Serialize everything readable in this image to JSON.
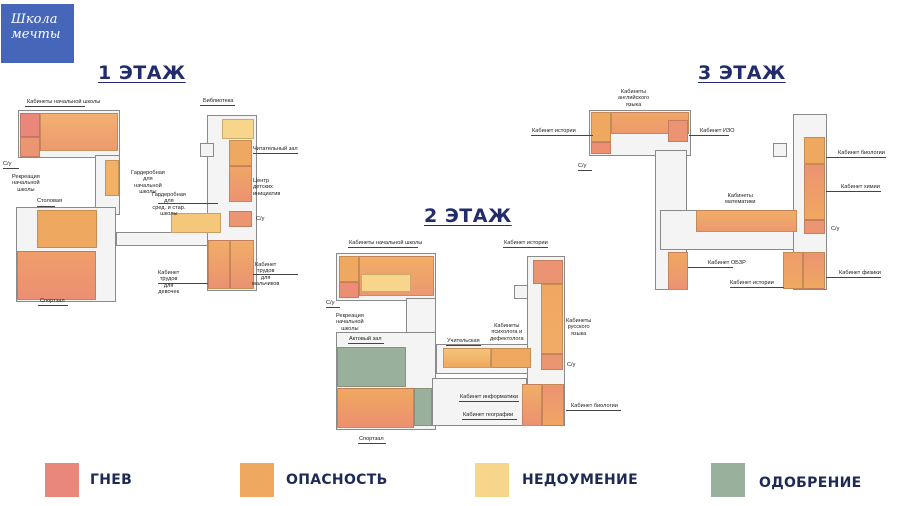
{
  "logo": {
    "line1": "Школа",
    "line2": "мечты"
  },
  "colors": {
    "anger": "#e8877a",
    "danger": "#efa860",
    "confusion": "#f7d68c",
    "approval": "#99b09d",
    "title": "#232c6b"
  },
  "floors": {
    "f1": {
      "title": "1 ЭТАЖ",
      "labels": {
        "primary": "Кабинеты начальной школы",
        "library": "Библиотека",
        "su1": "С/у",
        "recreation": "Рекреация\nначальной школы",
        "cloak_primary": "Гардеробная для\nначальной школы",
        "reading": "Читательный зал",
        "children": "Центр детских\nинициатив",
        "canteen": "Столовая",
        "cloak_mid": "Гардеробная для\nсред. и стар. школы",
        "su2": "С/у",
        "labor_girls": "Кабинет трудов\nдля девочек",
        "labor_boys": "Кабинет трудов\nдля мальчиков",
        "gym": "Спортзал"
      }
    },
    "f2": {
      "title": "2 ЭТАЖ",
      "labels": {
        "primary": "Кабинеты начальной школы",
        "history": "Кабинет истории",
        "su1": "С/у",
        "recreation": "Рекреация\nначальной школы",
        "russian": "Кабинеты русского\nязыка",
        "assembly": "Актовый зал",
        "teachers": "Учительская",
        "psych": "Кабинеты\nпсихолога и\nдефектолога",
        "su2": "С/у",
        "it": "Кабинет информатики",
        "biology": "Кабинет биологии",
        "geography": "Кабинет географии",
        "gym": "Спортзал"
      }
    },
    "f3": {
      "title": "3 ЭТАЖ",
      "labels": {
        "english": "Кабинеты\nанглийского языка",
        "history1": "Кабинет истории",
        "art": "Кабинет ИЗО",
        "su1": "С/у",
        "biology": "Кабинет биологии",
        "math": "Кабинеты\nматематики",
        "chemistry": "Кабинет химии",
        "su2": "С/у",
        "obzr": "Кабинет ОБЗР",
        "physics": "Кабинет физики",
        "history2": "Кабинет истории"
      }
    }
  },
  "legend": [
    {
      "label": "ГНЕВ",
      "color": "#e8877a"
    },
    {
      "label": "ОПАСНОСТЬ",
      "color": "#efa860"
    },
    {
      "label": "НЕДОУМЕНИЕ",
      "color": "#f7d68c"
    },
    {
      "label": "ОДОБРЕНИЕ",
      "color": "#99b09d"
    }
  ]
}
